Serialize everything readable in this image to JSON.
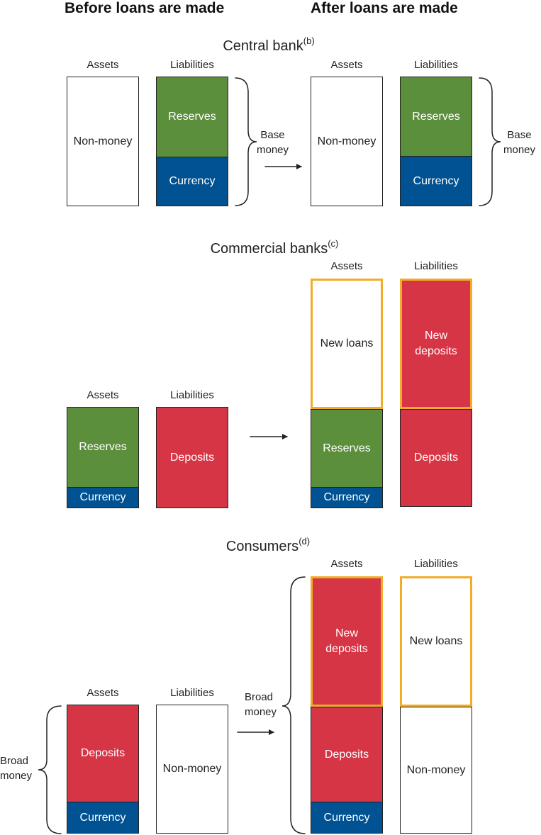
{
  "headers": {
    "before": "Before loans are made",
    "after": "After loans are made"
  },
  "col": {
    "assets": "Assets",
    "liabilities": "Liabilities"
  },
  "central_bank": {
    "title": "Central bank",
    "note": "(b)",
    "non_money": "Non-money",
    "reserves": "Reserves",
    "currency": "Currency",
    "brace_label_1": "Base",
    "brace_label_2": "money"
  },
  "commercial_banks": {
    "title": "Commercial banks",
    "note": "(c)",
    "reserves": "Reserves",
    "currency": "Currency",
    "deposits": "Deposits",
    "new_loans": "New loans",
    "new_deposits_1": "New",
    "new_deposits_2": "deposits"
  },
  "consumers": {
    "title": "Consumers",
    "note": "(d)",
    "deposits": "Deposits",
    "currency": "Currency",
    "non_money": "Non-money",
    "new_deposits_1": "New",
    "new_deposits_2": "deposits",
    "new_loans": "New loans",
    "brace_label_1": "Broad",
    "brace_label_2": "money"
  },
  "colors": {
    "reserves": "#5b8f3c",
    "currency": "#005292",
    "deposits": "#d63545",
    "new_outline": "#f2ac28"
  }
}
